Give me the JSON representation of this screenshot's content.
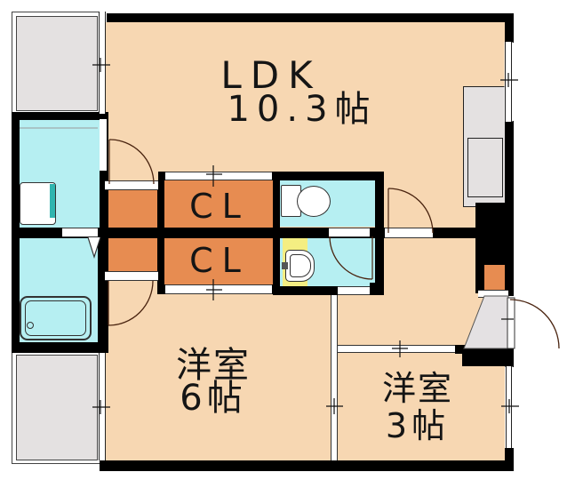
{
  "floorplan": {
    "type": "apartment-floor-plan",
    "rooms": {
      "ldk": {
        "name_line": "LDK",
        "size_line": "10.3帖"
      },
      "closet_upper": {
        "label": "CL"
      },
      "closet_lower": {
        "label": "CL"
      },
      "western_room_6": {
        "name_line": "洋室",
        "size_line": "6帖"
      },
      "western_room_3": {
        "name_line": "洋室",
        "size_line": "3帖"
      }
    },
    "features": {
      "balcony_top_left": "balcony",
      "balcony_bottom_left": "balcony",
      "kitchen_counter": "kitchen-counter",
      "toilet": "toilet",
      "washbasin": "washbasin-vanity",
      "bathtub": "bathtub",
      "washing_machine_pan": "washing-machine-pan",
      "entrance": "genkan-entry",
      "shoe_box": "shoe-box"
    },
    "colors": {
      "wall": "#000000",
      "room_floor": "#F7D7B2",
      "closet": "#E78C51",
      "wet_area": "#B6EFF2",
      "vanity_yellow": "#F4EE82",
      "balcony_gray": "#E4E1E1",
      "fixture_white": "#FFFFFF",
      "accent_teal": "#2FB5AF",
      "door_swing_line": "#4A2410"
    }
  }
}
